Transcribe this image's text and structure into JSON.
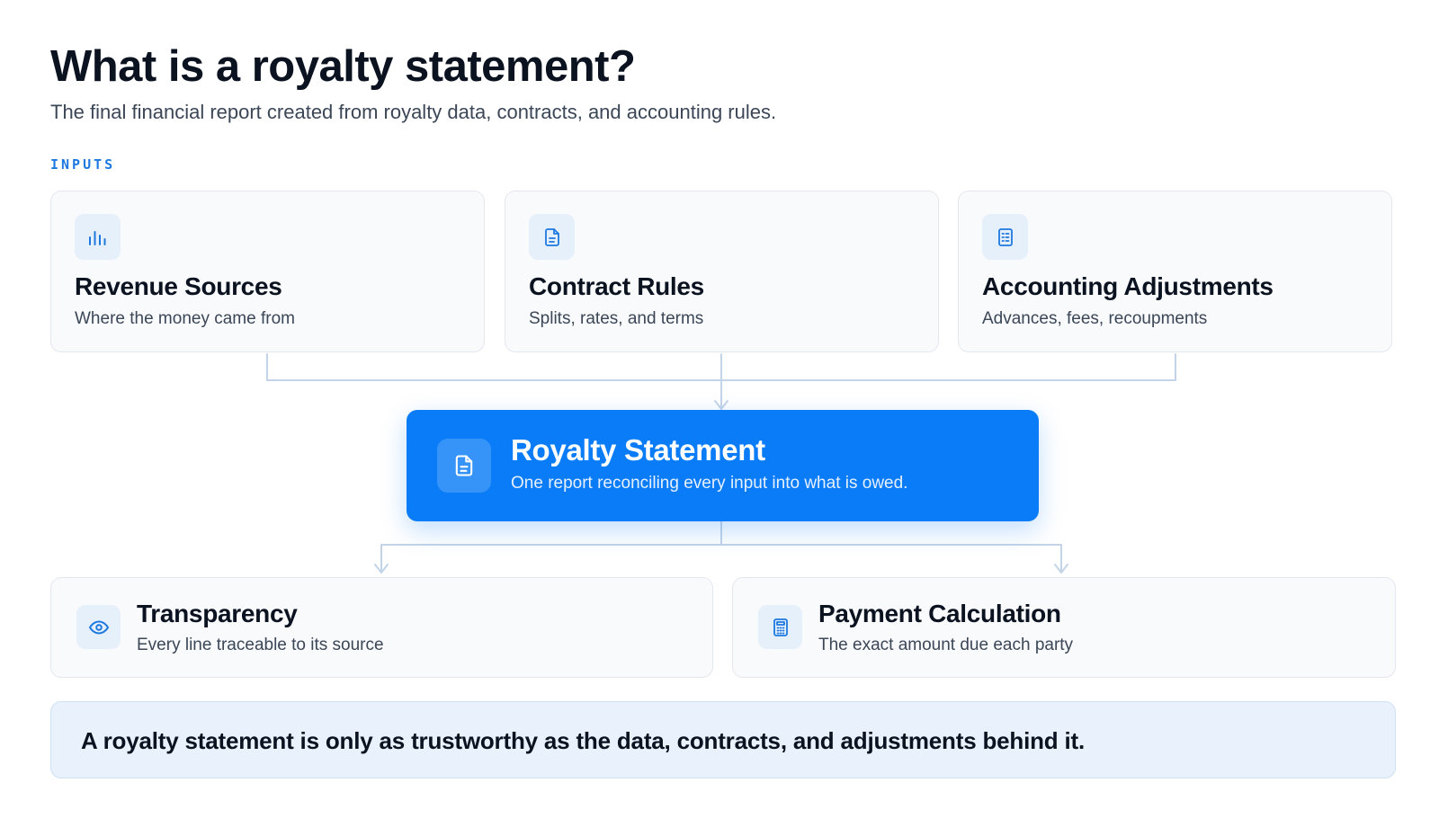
{
  "header": {
    "title": "What is a royalty statement?",
    "subtitle": "The final financial report created from royalty data, contracts, and accounting rules."
  },
  "inputs": {
    "label": "INPUTS",
    "cards": [
      {
        "title": "Revenue Sources",
        "description": "Where the money came from",
        "icon": "bar-chart-icon"
      },
      {
        "title": "Contract Rules",
        "description": "Splits, rates, and terms",
        "icon": "document-icon"
      },
      {
        "title": "Accounting Adjustments",
        "description": "Advances, fees, recoupments",
        "icon": "ledger-icon"
      }
    ]
  },
  "statement": {
    "title": "Royalty Statement",
    "description": "One report reconciling every input into what is owed.",
    "icon": "document-icon"
  },
  "outputs": {
    "cards": [
      {
        "title": "Transparency",
        "description": "Every line traceable to its source",
        "icon": "eye-icon"
      },
      {
        "title": "Payment Calculation",
        "description": "The exact amount due each party",
        "icon": "calculator-icon"
      }
    ]
  },
  "callout": {
    "text": "A royalty statement is only as trustworthy as the data, contracts, and adjustments behind it."
  },
  "colors": {
    "accent": "#0a7cf7",
    "label": "#1d78e0",
    "connector": "#c3d4e8",
    "card_bg": "#f8fafc",
    "callout_bg": "#e8f1fc"
  }
}
